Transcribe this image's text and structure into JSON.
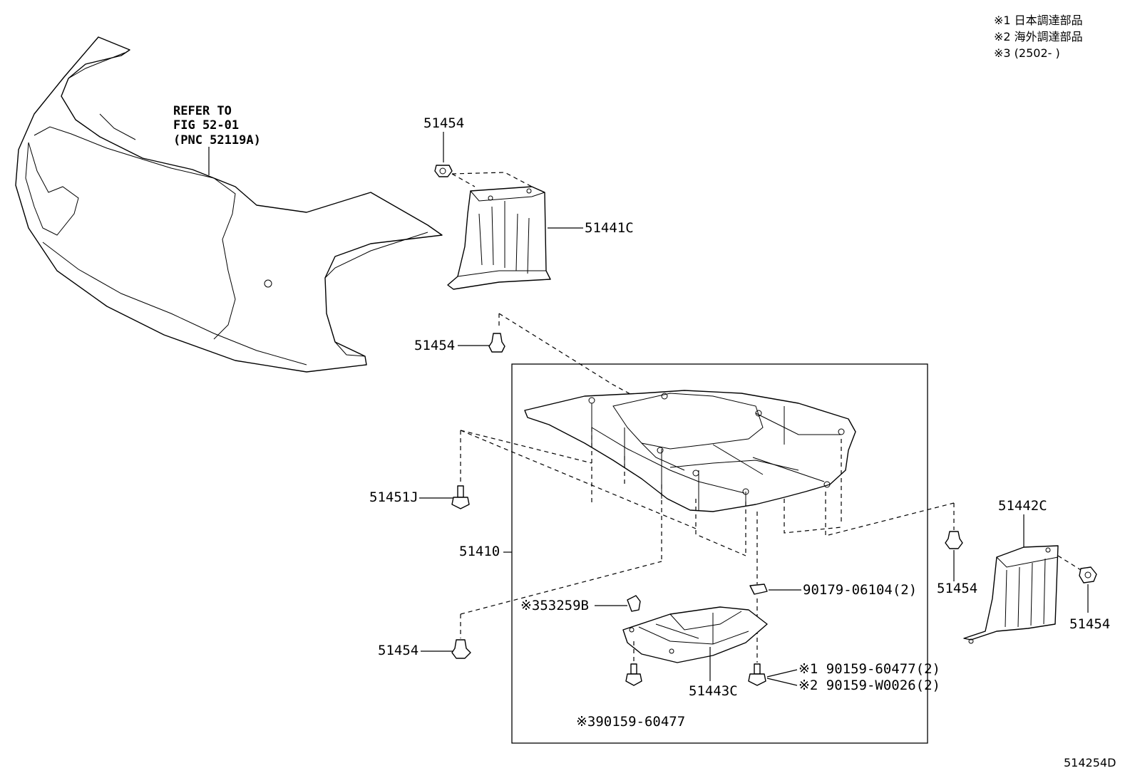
{
  "legend": {
    "note1": "※1 日本調達部品",
    "note2": "※2 海外調達部品",
    "note3": "※3 (2502-      )"
  },
  "reference": {
    "line1": "REFER TO",
    "line2": "FIG 52-01",
    "line3": "(PNC 52119A)"
  },
  "callouts": {
    "clip_top": "51454",
    "shield_rh": "51441C",
    "clip_mid": "51454",
    "bolt": "51451J",
    "assembly": "51410",
    "clip_low": "51454",
    "bracket": "※353259B",
    "nut": "90179-06104(2)",
    "sub_cover": "51443C",
    "screw_jp": "※1 90159-60477(2)",
    "screw_os": "※2 90159-W0026(2)",
    "screw_3": "※390159-60477",
    "shield_lh": "51442C",
    "clip_rh_a": "51454",
    "clip_rh_b": "51454"
  },
  "figure_id": "514254D"
}
